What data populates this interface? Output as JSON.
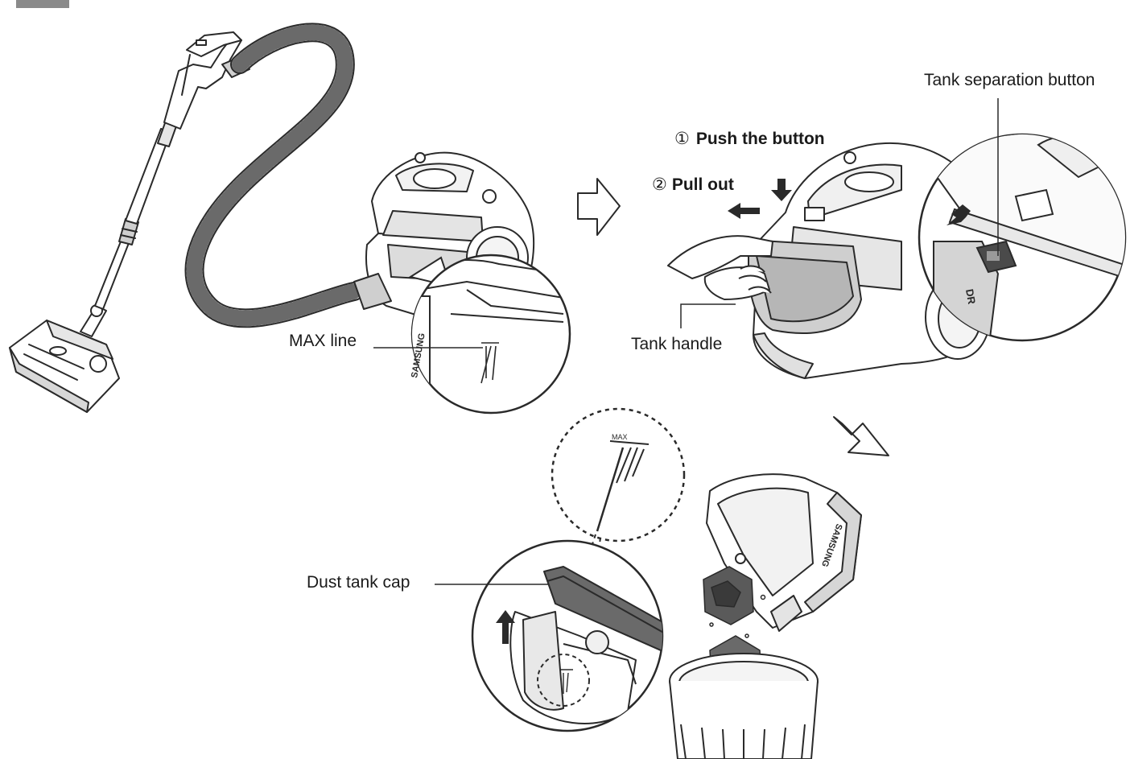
{
  "labels": {
    "max_line": "MAX line",
    "tank_separation_button": "Tank separation button",
    "tank_handle": "Tank handle",
    "dust_tank_cap": "Dust tank cap",
    "max_mark": "MAX",
    "brand_mark": "SAMSUNG"
  },
  "steps": [
    {
      "number": "①",
      "text": "Push the button"
    },
    {
      "number": "②",
      "text": "Pull out"
    }
  ],
  "colors": {
    "line": "#2a2a2a",
    "fill": "#ffffff",
    "shade": "#8a8a8a",
    "dark": "#4a4a4a"
  }
}
